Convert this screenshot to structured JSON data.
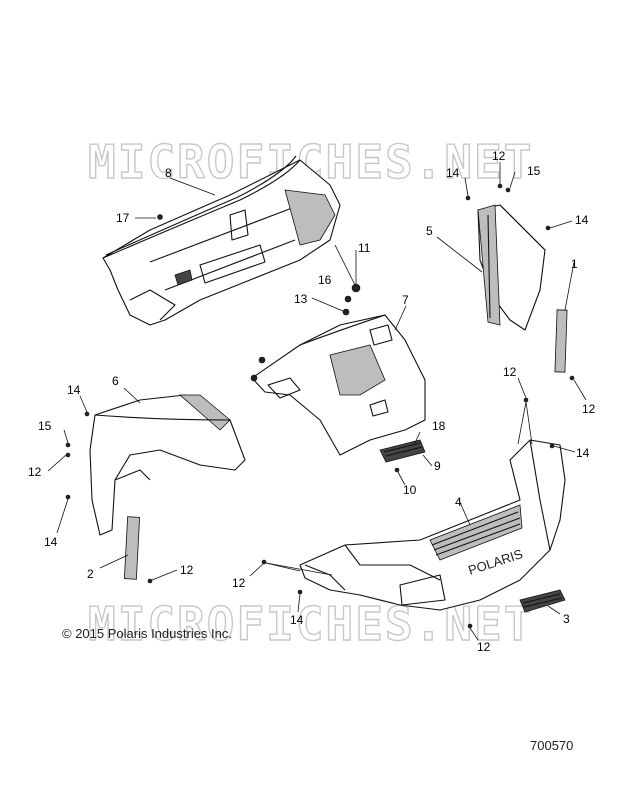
{
  "watermark": "MICROFICHES.NET",
  "copyright": "© 2015 Polaris Industries Inc.",
  "figure_number": "700570",
  "bumper_badge": "POLARIS",
  "callouts": [
    "1",
    "2",
    "3",
    "4",
    "5",
    "6",
    "7",
    "8",
    "9",
    "10",
    "11",
    "12",
    "13",
    "14",
    "15",
    "16",
    "17",
    "18"
  ],
  "labels": {
    "l8": "8",
    "l17": "17",
    "l12a": "12",
    "l15a": "15",
    "l14a": "14",
    "l14b": "14",
    "l5": "5",
    "l11": "11",
    "l16": "16",
    "l13": "13",
    "l7": "7",
    "l1": "1",
    "l12b": "12",
    "l12c": "12",
    "l6": "6",
    "l14c": "14",
    "l15b": "15",
    "l12d": "12",
    "l14d": "14",
    "l18": "18",
    "l9": "9",
    "l10": "10",
    "l14e": "14",
    "l4": "4",
    "l2": "2",
    "l12e": "12",
    "l12f": "12",
    "l14f": "14",
    "l3": "3",
    "l12g": "12"
  }
}
